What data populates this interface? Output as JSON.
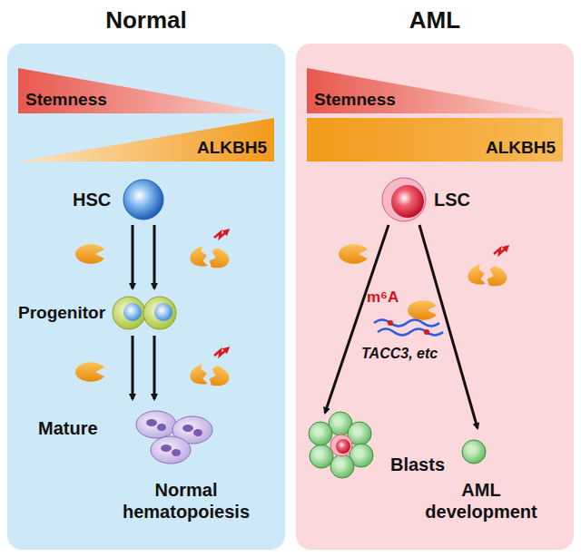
{
  "diagram": {
    "nodes": [
      {
        "text": [
          "Normal"
        ]
      },
      {
        "text": [
          "Stemness"
        ],
        "in": 0
      },
      {
        "text": [
          "ALKBH5"
        ],
        "in": 0
      },
      {
        "text": [
          "AML"
        ]
      },
      {
        "text": [
          "Stemness"
        ],
        "in": 3
      },
      {
        "text": [
          "ALKBH5"
        ],
        "in": 3
      }
    ],
    "labels": [
      "HSC",
      "Progenitor",
      "Mature",
      "Normal hematopoiesis",
      "LSC",
      "m⁶A",
      "TACC3, etc",
      "Blasts",
      "AML development"
    ]
  }
}
